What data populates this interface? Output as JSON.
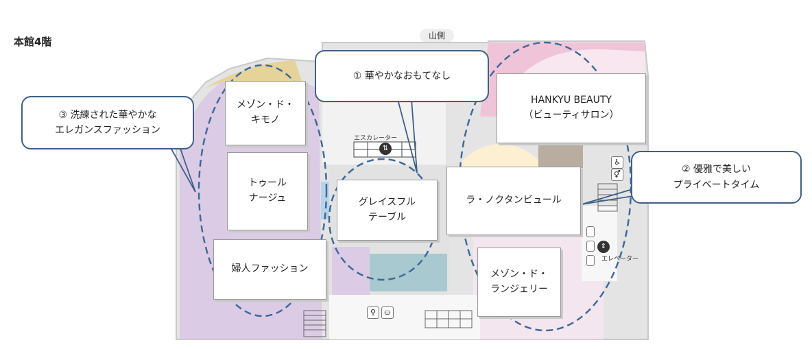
{
  "page": {
    "title": "本館4階"
  },
  "map": {
    "side_label": "山側",
    "escalator_label": "エスカレーター",
    "elevator_label": "エレベーター",
    "icons": {
      "escalator": "escalator-icon",
      "restroom": "restroom-icon",
      "baby_room": "baby-room-icon",
      "elevator": "elevator-icon"
    },
    "colors": {
      "ladies_zone": "#dccbe4",
      "beauty_zone": "#f0c4d8",
      "table_zone": "#fcefd2",
      "service_zone": "#a7c9cf",
      "callout_border": "#3e5f87"
    }
  },
  "shops": {
    "kimono": "メゾン・ド・\nキモノ",
    "tournage": "トゥール\nナージュ",
    "fujin": "婦人ファッション",
    "graceful": "グレイスフル\nテーブル",
    "hankyu_beauty": "HANKYU BEAUTY\n（ビューティサロン）",
    "la_nocturne": "ラ・ノクタンビュール",
    "lingerie": "メゾン・ド・\nランジェリー"
  },
  "callouts": {
    "c1": "①  華やかなおもてなし",
    "c2": "②  優雅で美しい\nプライベートタイム",
    "c3": "③  洗練された華やかな\nエレガンスファッション"
  }
}
